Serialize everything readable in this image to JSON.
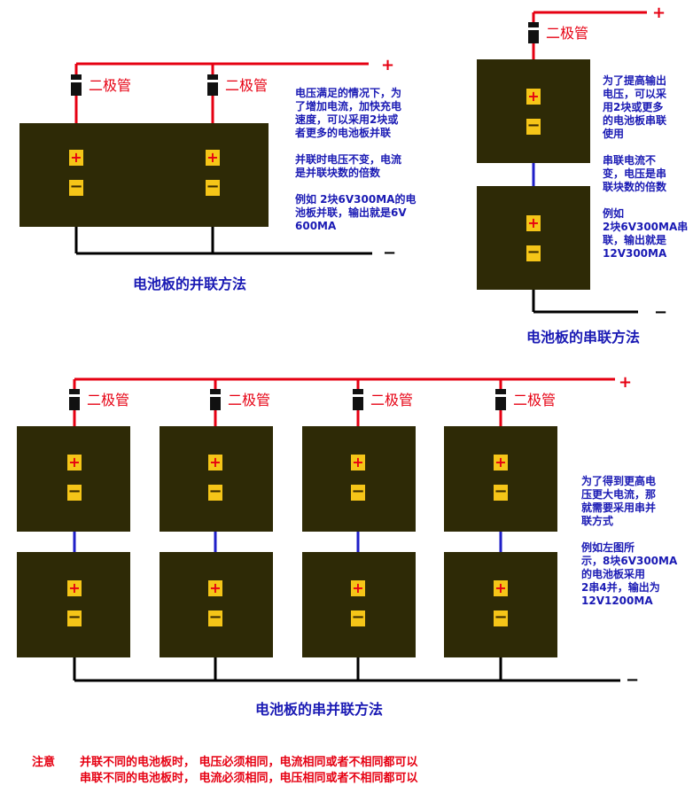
{
  "colors": {
    "panel": "#2e2a06",
    "wire_top": "#e60012",
    "wire_series": "#1f1fc8",
    "wire_ground": "#000000",
    "terminal": "#f5c518",
    "text_blue": "#1a1ab4",
    "text_red": "#e60012"
  },
  "common": {
    "diode_label": "二极管",
    "plus_sign": "+",
    "minus_sign": "−",
    "terminal_plus": "+",
    "terminal_minus": "−"
  },
  "parallel": {
    "caption": "电池板的并联方法",
    "desc": [
      "电压满足的情况下，为",
      "了增加电流，加快充电",
      "速度，可以采用2块或",
      "者更多的电池板并联",
      "",
      "并联时电压不变，电流",
      "是并联块数的倍数",
      "",
      "例如  2块6V300MA的电",
      "池板并联，输出就是6V",
      "600MA"
    ]
  },
  "series": {
    "caption": "电池板的串联方法",
    "desc": [
      "为了提高输出",
      "电压，可以采",
      "用2块或更多",
      "的电池板串联",
      "使用",
      "",
      "串联电流不",
      "变，电压是串",
      "联块数的倍数",
      "",
      "例如",
      "2块6V300MA串",
      "联，输出就是",
      "12V300MA"
    ]
  },
  "series_parallel": {
    "caption": "电池板的串并联方法",
    "desc": [
      "为了得到更高电",
      "压更大电流，那",
      "就需要采用串并",
      "联方式",
      "",
      "例如左图所",
      "示，8块6V300MA",
      "的电池板采用",
      "2串4并，输出为",
      "12V1200MA"
    ]
  },
  "note": {
    "label": "注意",
    "line1": "并联不同的电池板时，  电压必须相同，电流相同或者不相同都可以",
    "line2": "串联不同的电池板时，  电流必须相同，电压相同或者不相同都可以"
  }
}
